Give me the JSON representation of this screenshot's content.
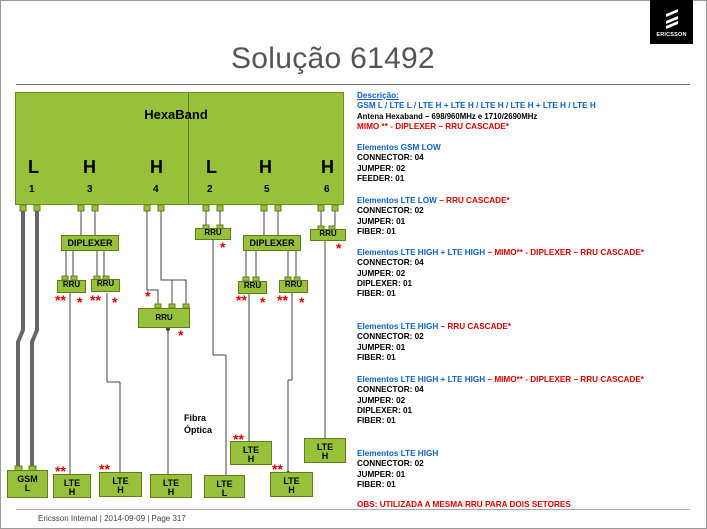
{
  "slide": {
    "title": "Solução 61492",
    "logo_text": "ERICSSON",
    "footer": "Ericsson Internal  |  2014-09-09  |  Page 317"
  },
  "diagram": {
    "antenna_label": "HexaBand",
    "bands": [
      "L",
      "H",
      "H",
      "L",
      "H",
      "H"
    ],
    "ports": [
      "1",
      "3",
      "4",
      "2",
      "5",
      "6"
    ],
    "diplexer_label": "DIPLEXER",
    "rru_label": "RRU",
    "fibra_line1": "Fibra",
    "fibra_line2": "Óptica",
    "stars": {
      "single": "*",
      "double": "**"
    },
    "antennas": {
      "gsm": [
        "GSM",
        "L"
      ],
      "lte_h": [
        "LTE",
        "H"
      ],
      "lte_l": [
        "LTE",
        "L"
      ]
    }
  },
  "panel": {
    "descricao": {
      "heading": "Descrição:",
      "line1": "GSM L / LTE L / LTE H + LTE H / LTE H / LTE H + LTE H / LTE H",
      "line2": "Antena Hexaband – 698/960MHz  e  1710/2690MHz",
      "line3": "MIMO ** - DIPLEXER – RRU CASCADE*"
    },
    "sections": [
      {
        "title_blue": "Elementos GSM LOW",
        "title_red": "",
        "lines": [
          "CONNECTOR: 04",
          "JUMPER: 02",
          "FEEDER: 01"
        ]
      },
      {
        "title_blue": "Elementos LTE LOW",
        "title_red": " – RRU CASCADE*",
        "lines": [
          "CONNECTOR: 02",
          "JUMPER: 01",
          "FIBER: 01"
        ]
      },
      {
        "title_blue": "Elementos  LTE HIGH + LTE HIGH",
        "title_red": " – MIMO** - DIPLEXER – RRU CASCADE*",
        "lines": [
          "CONNECTOR: 04",
          "JUMPER: 02",
          "DIPLEXER: 01",
          "FIBER: 01"
        ]
      },
      {
        "title_blue": "Elementos LTE HIGH",
        "title_red": " – RRU CASCADE*",
        "lines": [
          "CONNECTOR: 02",
          "JUMPER: 01",
          "FIBER: 01"
        ]
      },
      {
        "title_blue": "Elementos  LTE HIGH + LTE HIGH",
        "title_red": " – MIMO** - DIPLEXER – RRU CASCADE*",
        "lines": [
          "CONNECTOR: 04",
          "JUMPER: 02",
          "DIPLEXER: 01",
          "FIBER: 01"
        ]
      },
      {
        "title_blue": "Elementos LTE HIGH",
        "title_red": "",
        "lines": [
          "CONNECTOR: 02",
          "JUMPER: 01",
          "FIBER: 01"
        ]
      }
    ],
    "obs": "OBS: UTILIZADA A MESMA RRU PARA DOIS SETORES"
  },
  "colors": {
    "green": "#98c13b",
    "blue": "#0a61c9",
    "red": "#e00000"
  }
}
